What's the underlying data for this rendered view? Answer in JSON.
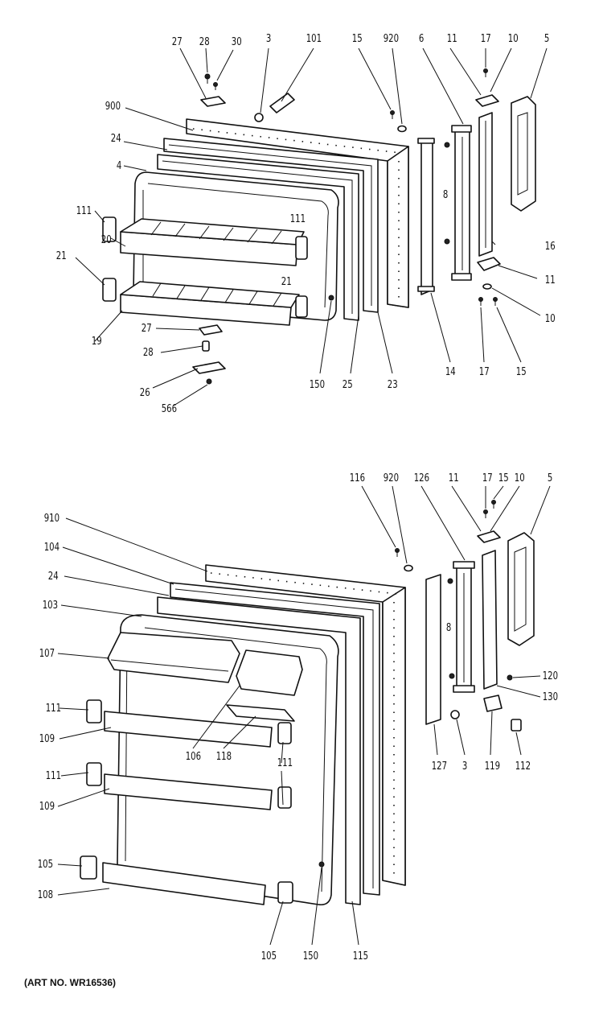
{
  "top_labels": [
    "27",
    "28",
    "30",
    "3",
    "101",
    "15",
    "920",
    "6",
    "11",
    "17",
    "10",
    "5",
    "900",
    "24",
    "4",
    "111",
    "21",
    "20",
    "8",
    "111",
    "21",
    "16",
    "11",
    "10",
    "19",
    "27",
    "28",
    "26",
    "566",
    "150",
    "25",
    "23",
    "14",
    "17",
    "15"
  ],
  "bottom_labels": [
    "116",
    "920",
    "126",
    "11",
    "17",
    "15",
    "10",
    "5",
    "910",
    "104",
    "24",
    "103",
    "107",
    "111",
    "109",
    "106",
    "118",
    "111",
    "111",
    "109",
    "8",
    "120",
    "130",
    "127",
    "3",
    "119",
    "112",
    "105",
    "108",
    "105",
    "150",
    "115"
  ],
  "caption": "(ART NO. WR16536)"
}
